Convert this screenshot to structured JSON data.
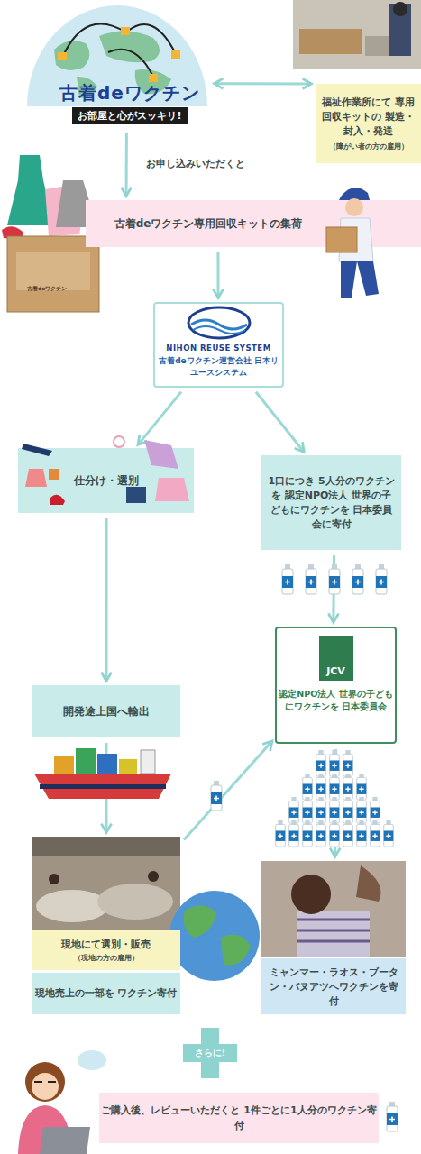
{
  "diagram": {
    "nodes": [
      {
        "text": [
          "古着deワクチン",
          "お部屋と心がスッキリ!"
        ]
      },
      {
        "text": [
          "福祉作業所にて 専用回収キットの 製造・封入・発送",
          "（障がい者の方の雇用）"
        ]
      },
      {
        "text": [
          "古着deワクチン専用回収キットの集荷"
        ]
      },
      {
        "text": [
          "NIHON REUSE SYSTEM",
          "古着deワクチン運営会社 日本リユースシステム"
        ]
      },
      {
        "text": [
          "仕分け・選別"
        ]
      },
      {
        "text": [
          "1口につき 5人分のワクチンを 認定NPO法人 世界の子どもにワクチンを 日本委員会に寄付"
        ]
      },
      {
        "text": [
          "JCV",
          "認定NPO法人 世界の子どもにワクチンを 日本委員会"
        ]
      },
      {
        "text": [
          "開発途上国へ輸出"
        ]
      },
      {
        "text": [
          "現地にて選別・販売",
          "（現地の方の雇用）",
          "現地売上の一部を ワクチン寄付"
        ]
      },
      {
        "text": [
          "ミャンマー・ラオス・ブータン・バヌアツへワクチンを寄付"
        ]
      },
      {
        "text": [
          "さらに!"
        ]
      },
      {
        "text": [
          "ご購入後、レビューいただくと 1件ごとに1人分のワクチン寄付"
        ]
      }
    ],
    "edges": [
      {
        "from": 0,
        "to": 1,
        "arrow": "both"
      },
      {
        "from": 0,
        "to": 2,
        "label": "お申し込みいただくと",
        "arrow": "to"
      },
      {
        "from": 2,
        "to": 3,
        "arrow": "to"
      },
      {
        "from": 3,
        "to": 4,
        "arrow": "to"
      },
      {
        "from": 3,
        "to": 5,
        "arrow": "to"
      },
      {
        "from": 5,
        "to": 6,
        "arrow": "to"
      },
      {
        "from": 4,
        "to": 7,
        "arrow": "to"
      },
      {
        "from": 7,
        "to": 8,
        "arrow": "to"
      },
      {
        "from": 8,
        "to": 6,
        "arrow": "to"
      },
      {
        "from": 6,
        "to": 9,
        "arrow": "to"
      }
    ],
    "labels": [
      "古着deワクチン"
    ]
  }
}
